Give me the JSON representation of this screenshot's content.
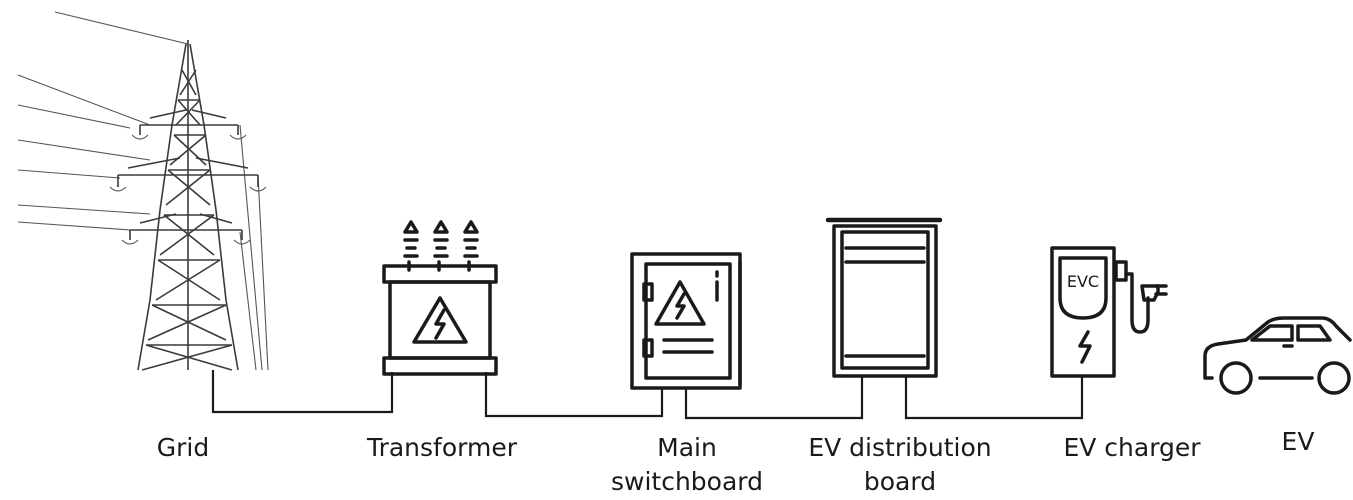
{
  "stages": [
    {
      "id": "grid",
      "label": "Grid",
      "icon": "transmission-tower-icon"
    },
    {
      "id": "transformer",
      "label": "Transformer",
      "icon": "transformer-icon"
    },
    {
      "id": "main-switchboard",
      "label_lines": [
        "Main",
        "switchboard"
      ],
      "icon": "switchboard-cabinet-icon"
    },
    {
      "id": "ev-distribution-board",
      "label_lines": [
        "EV distribution",
        "board"
      ],
      "icon": "distribution-cabinet-icon"
    },
    {
      "id": "ev-charger",
      "label": "EV charger",
      "icon": "ev-charger-icon",
      "screen_text": "EVC"
    },
    {
      "id": "ev",
      "label": "EV",
      "icon": "car-icon"
    }
  ],
  "colors": {
    "line": "#1a1a1a",
    "background": "#ffffff"
  }
}
